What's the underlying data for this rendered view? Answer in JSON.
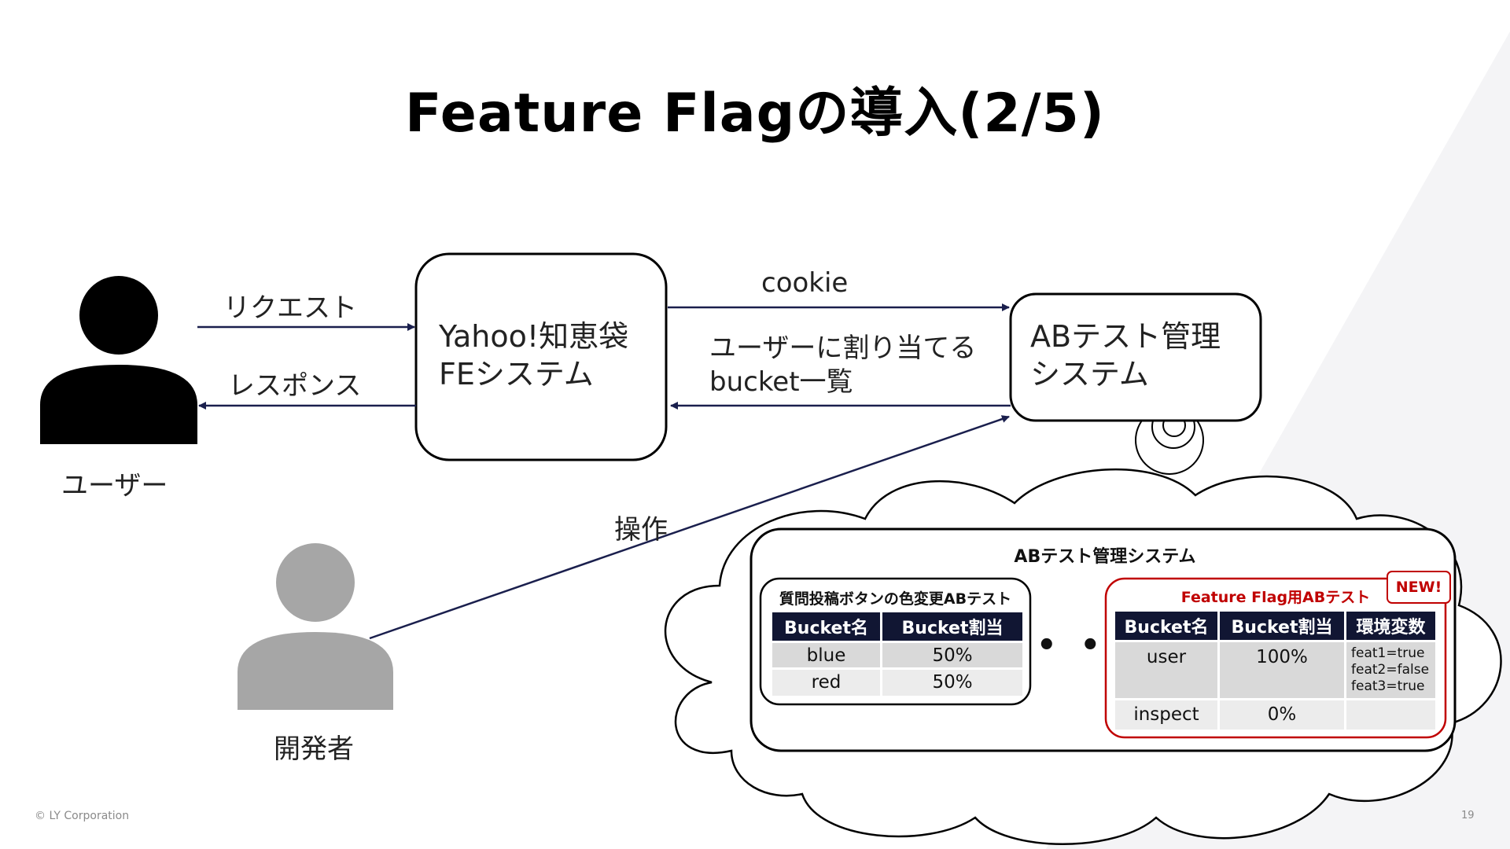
{
  "slide": {
    "title": "Feature Flagの導入(2/5)",
    "footer": "© LY Corporation",
    "page_number": "19"
  },
  "actors": {
    "user": "ユーザー",
    "developer": "開発者"
  },
  "arrows": {
    "request": "リクエスト",
    "response": "レスポンス",
    "cookie": "cookie",
    "bucket_list_line1": "ユーザーに割り当てる",
    "bucket_list_line2": "bucket一覧",
    "operate": "操作"
  },
  "boxes": {
    "fe_system_line1": "Yahoo!知恵袋",
    "fe_system_line2": "FEシステム",
    "ab_system_line1": "ABテスト管理",
    "ab_system_line2": "システム"
  },
  "ab_panel": {
    "title": "ABテスト管理システム",
    "ellipsis": "• • •",
    "test1": {
      "title": "質問投稿ボタンの色変更ABテスト",
      "headers": [
        "Bucket名",
        "Bucket割当"
      ],
      "rows": [
        [
          "blue",
          "50%"
        ],
        [
          "red",
          "50%"
        ]
      ]
    },
    "test2": {
      "title": "Feature Flag用ABテスト",
      "badge": "NEW!",
      "headers": [
        "Bucket名",
        "Bucket割当",
        "環境変数"
      ],
      "rows": [
        {
          "name": "user",
          "share": "100%",
          "env": [
            "feat1=true",
            "feat2=false",
            "feat3=true"
          ]
        },
        {
          "name": "inspect",
          "share": "0%",
          "env": []
        }
      ]
    }
  },
  "colors": {
    "arrow": "#1a1f4d",
    "table_header": "#111633",
    "highlight_red": "#c00000",
    "developer_gray": "#a6a6a6"
  }
}
